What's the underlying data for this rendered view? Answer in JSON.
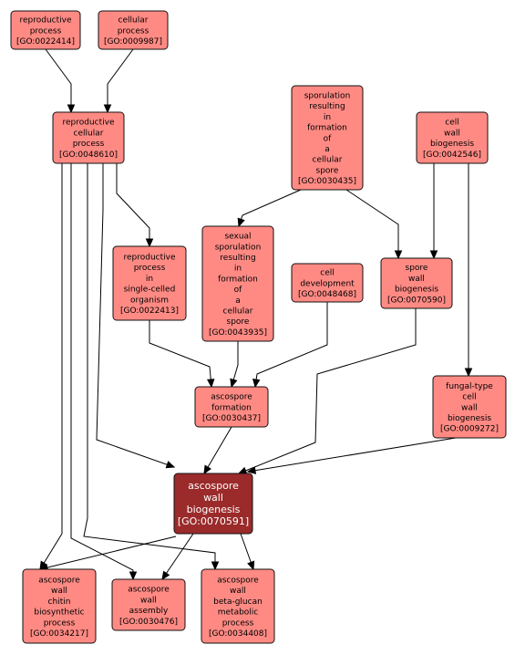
{
  "nodes": {
    "reproductive_process": {
      "lines": [
        "reproductive",
        "process",
        "[GO:0022414]"
      ]
    },
    "cellular_process": {
      "lines": [
        "cellular",
        "process",
        "[GO:0009987]"
      ]
    },
    "reproductive_cellular_process": {
      "lines": [
        "reproductive",
        "cellular",
        "process",
        "[GO:0048610]"
      ]
    },
    "sporulation_cellular_spore": {
      "lines": [
        "sporulation",
        "resulting",
        "in",
        "formation",
        "of",
        "a",
        "cellular",
        "spore",
        "[GO:0030435]"
      ]
    },
    "cell_wall_biogenesis": {
      "lines": [
        "cell",
        "wall",
        "biogenesis",
        "[GO:0042546]"
      ]
    },
    "reproductive_process_single_celled": {
      "lines": [
        "reproductive",
        "process",
        "in",
        "single-celled",
        "organism",
        "[GO:0022413]"
      ]
    },
    "sexual_sporulation": {
      "lines": [
        "sexual",
        "sporulation",
        "resulting",
        "in",
        "formation",
        "of",
        "a",
        "cellular",
        "spore",
        "[GO:0043935]"
      ]
    },
    "cell_development": {
      "lines": [
        "cell",
        "development",
        "[GO:0048468]"
      ]
    },
    "spore_wall_biogenesis": {
      "lines": [
        "spore",
        "wall",
        "biogenesis",
        "[GO:0070590]"
      ]
    },
    "fungal_type_cell_wall_biogenesis": {
      "lines": [
        "fungal-type",
        "cell",
        "wall",
        "biogenesis",
        "[GO:0009272]"
      ]
    },
    "ascospore_formation": {
      "lines": [
        "ascospore",
        "formation",
        "[GO:0030437]"
      ]
    },
    "ascospore_wall_biogenesis": {
      "lines": [
        "ascospore",
        "wall",
        "biogenesis",
        "[GO:0070591]"
      ]
    },
    "ascospore_wall_chitin": {
      "lines": [
        "ascospore",
        "wall",
        "chitin",
        "biosynthetic",
        "process",
        "[GO:0034217]"
      ]
    },
    "ascospore_wall_assembly": {
      "lines": [
        "ascospore",
        "wall",
        "assembly",
        "[GO:0030476]"
      ]
    },
    "ascospore_wall_beta_glucan": {
      "lines": [
        "ascospore",
        "wall",
        "beta-glucan",
        "metabolic",
        "process",
        "[GO:0034408]"
      ]
    }
  },
  "edges": [
    {
      "from": "reproductive_process",
      "to": "reproductive_cellular_process"
    },
    {
      "from": "cellular_process",
      "to": "reproductive_cellular_process"
    },
    {
      "from": "reproductive_cellular_process",
      "to": "reproductive_process_single_celled"
    },
    {
      "from": "reproductive_cellular_process",
      "to": "ascospore_wall_biogenesis"
    },
    {
      "from": "reproductive_cellular_process",
      "to": "ascospore_wall_chitin"
    },
    {
      "from": "reproductive_cellular_process",
      "to": "ascospore_wall_assembly"
    },
    {
      "from": "reproductive_cellular_process",
      "to": "ascospore_wall_beta_glucan"
    },
    {
      "from": "sporulation_cellular_spore",
      "to": "sexual_sporulation"
    },
    {
      "from": "sporulation_cellular_spore",
      "to": "spore_wall_biogenesis"
    },
    {
      "from": "cell_wall_biogenesis",
      "to": "spore_wall_biogenesis"
    },
    {
      "from": "cell_wall_biogenesis",
      "to": "fungal_type_cell_wall_biogenesis"
    },
    {
      "from": "reproductive_process_single_celled",
      "to": "ascospore_formation"
    },
    {
      "from": "sexual_sporulation",
      "to": "ascospore_formation"
    },
    {
      "from": "cell_development",
      "to": "ascospore_formation"
    },
    {
      "from": "spore_wall_biogenesis",
      "to": "ascospore_wall_biogenesis"
    },
    {
      "from": "fungal_type_cell_wall_biogenesis",
      "to": "ascospore_wall_biogenesis"
    },
    {
      "from": "ascospore_formation",
      "to": "ascospore_wall_biogenesis"
    },
    {
      "from": "ascospore_wall_biogenesis",
      "to": "ascospore_wall_chitin"
    },
    {
      "from": "ascospore_wall_biogenesis",
      "to": "ascospore_wall_assembly"
    },
    {
      "from": "ascospore_wall_biogenesis",
      "to": "ascospore_wall_beta_glucan"
    }
  ],
  "colors": {
    "node_fill": "#ff8a84",
    "focus_fill": "#9b2a2a",
    "focus_text": "#ffffff",
    "edge": "#000000"
  }
}
